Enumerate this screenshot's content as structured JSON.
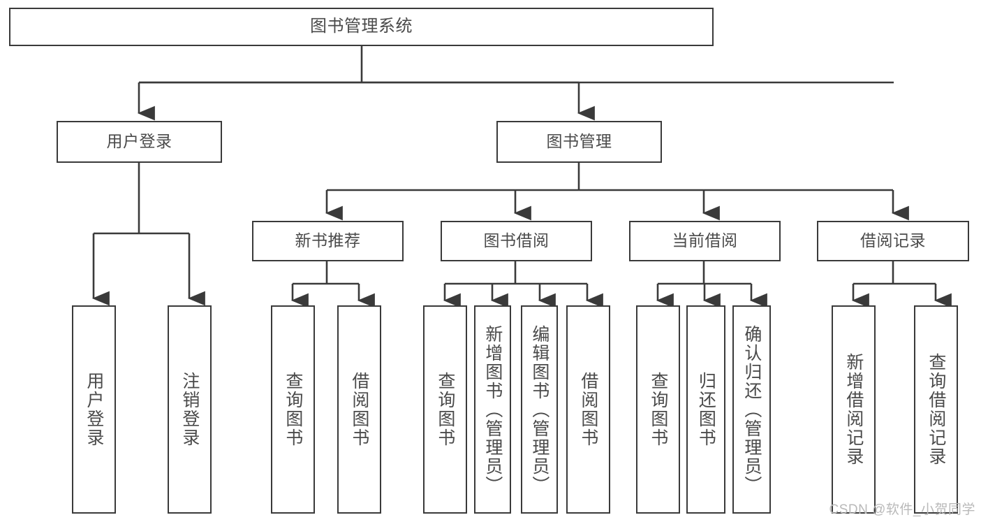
{
  "diagram": {
    "title": "图书管理系统",
    "watermark": "CSDN @软件_小贺同学",
    "stroke_color": "#3a3a3a",
    "text_color": "#4a4a4a",
    "background_color": "#ffffff",
    "nodes": {
      "root": "图书管理系统",
      "user_login": "用户登录",
      "book_manage": "图书管理",
      "new_book_rec": "新书推荐",
      "book_borrow": "图书借阅",
      "current_borrow": "当前借阅",
      "borrow_record": "借阅记录",
      "leaf_user_login": "用户登录",
      "leaf_logout": "注销登录",
      "leaf_query_book_1": "查询图书",
      "leaf_borrow_book_1": "借阅图书",
      "leaf_query_book_2": "查询图书",
      "leaf_add_book_admin": "新增图书（管理员）",
      "leaf_edit_book_admin": "编辑图书（管理员）",
      "leaf_borrow_book_2": "借阅图书",
      "leaf_query_book_3": "查询图书",
      "leaf_return_book": "归还图书",
      "leaf_confirm_return_admin": "确认归还（管理员）",
      "leaf_add_record": "新增借阅记录",
      "leaf_query_record": "查询借阅记录"
    }
  }
}
